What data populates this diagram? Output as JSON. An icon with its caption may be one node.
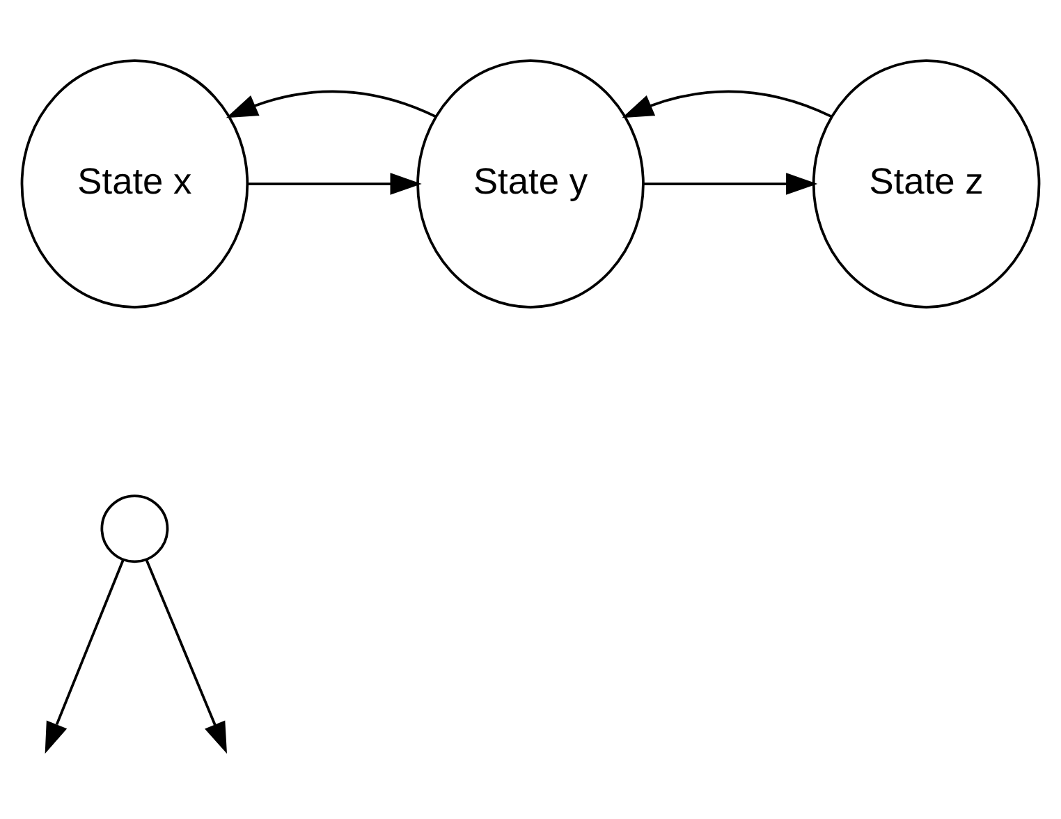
{
  "diagram": {
    "nodes": [
      {
        "text": [
          "State x"
        ]
      },
      {
        "text": [
          "State y"
        ]
      },
      {
        "text": [
          "State z"
        ]
      },
      {
        "text": [],
        "shape": "circle"
      }
    ],
    "edges": [
      {
        "from": 0,
        "to": 1,
        "arrow": "to"
      },
      {
        "from": 1,
        "to": 2,
        "arrow": "to"
      },
      {
        "from": 1,
        "to": 0,
        "arrow": "to"
      },
      {
        "from": 2,
        "to": 1,
        "arrow": "to"
      },
      {
        "from": 3,
        "to": null,
        "arrow": "to"
      },
      {
        "from": 3,
        "to": null,
        "arrow": "to"
      }
    ]
  }
}
